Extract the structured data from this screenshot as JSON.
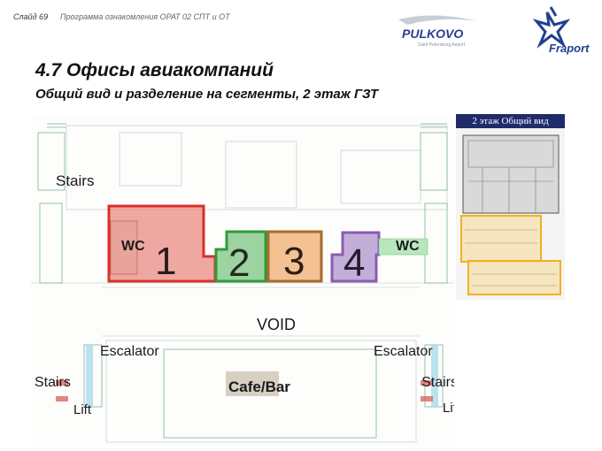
{
  "header": {
    "slide_label": "Слайд 69",
    "program_text": "Программа ознакомления ОРАТ 02 СПТ и ОТ",
    "logo_pulkovo": "PULKOVO",
    "logo_pulkovo_sub": "Saint Petersburg Airport",
    "logo_fraport": "Fraport"
  },
  "title": "4.7 Офисы авиакомпаний",
  "subtitle": "Общий вид и разделение на сегменты, 2 этаж ГЗТ",
  "thumbnail": {
    "label": "2 этаж Общий вид"
  },
  "floorplan": {
    "labels": {
      "stairs_top": "Stairs",
      "wc_left": "WC",
      "wc_right": "WC",
      "void": "VOID",
      "escalator_left": "Escalator",
      "escalator_right": "Escalator",
      "stairs_left": "Stairs",
      "stairs_right": "Stairs",
      "lift_left": "Lift",
      "lift_right": "Lift",
      "cafe": "Cafe/Bar"
    },
    "segments": [
      {
        "number": "1",
        "color": "#d9302a"
      },
      {
        "number": "2",
        "color": "#2f9b3a"
      },
      {
        "number": "3",
        "color": "#d9822b"
      },
      {
        "number": "4",
        "color": "#8a5bb3"
      }
    ]
  }
}
